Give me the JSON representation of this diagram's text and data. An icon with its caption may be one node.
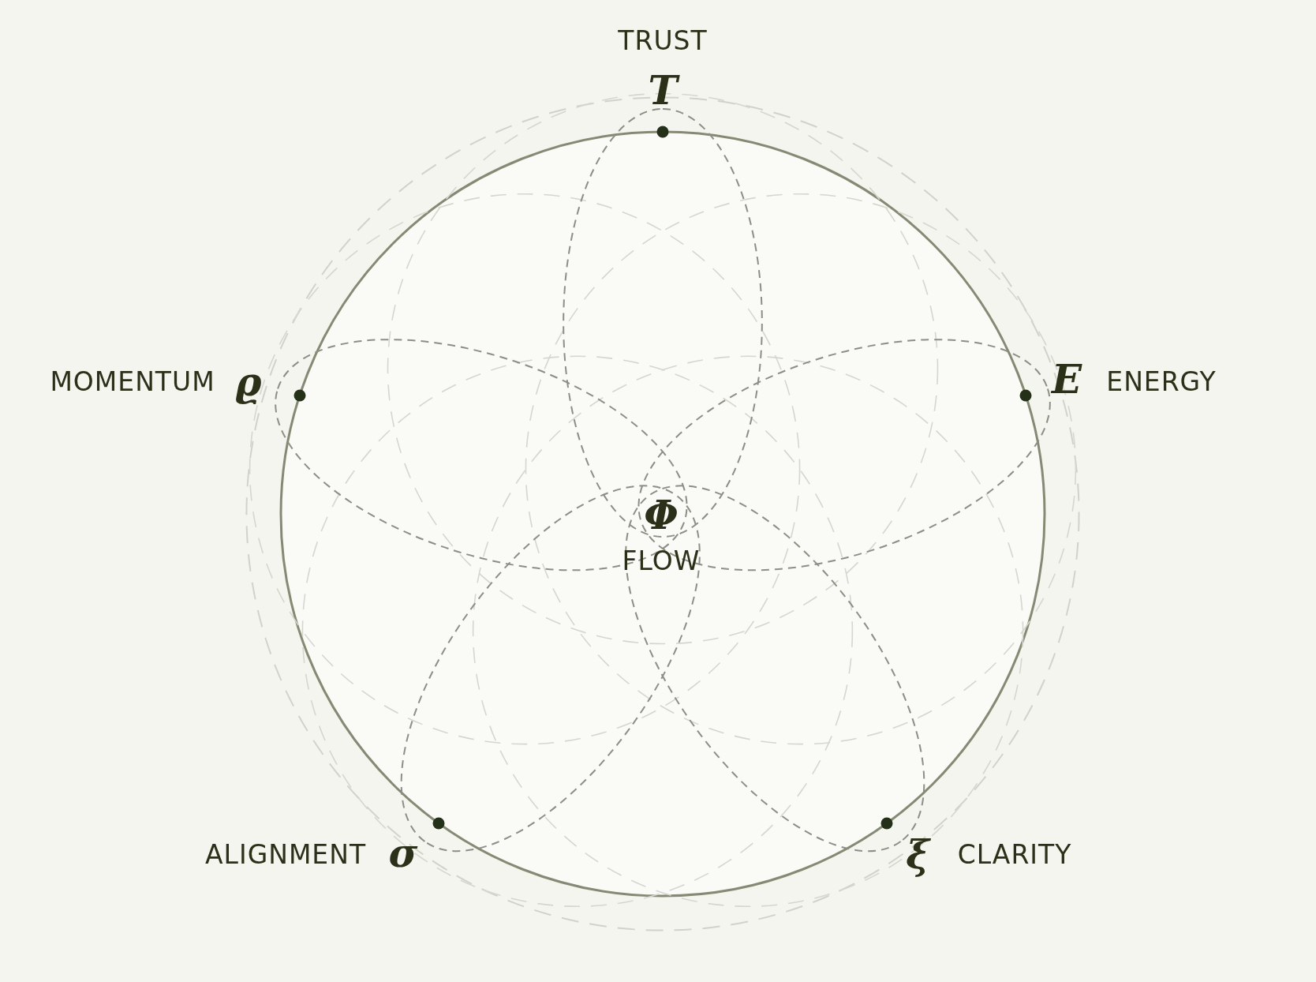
{
  "diagram": {
    "nodes": [
      {
        "text": [
          "TRUST",
          "T"
        ]
      },
      {
        "text": [
          "E",
          "ENERGY"
        ]
      },
      {
        "text": [
          "ξ",
          "CLARITY"
        ]
      },
      {
        "text": [
          "ALIGNMENT",
          "σ"
        ]
      },
      {
        "text": [
          "MOMENTUM",
          "ϱ"
        ]
      },
      {
        "text": [
          "Φ",
          "FLOW"
        ]
      }
    ]
  }
}
